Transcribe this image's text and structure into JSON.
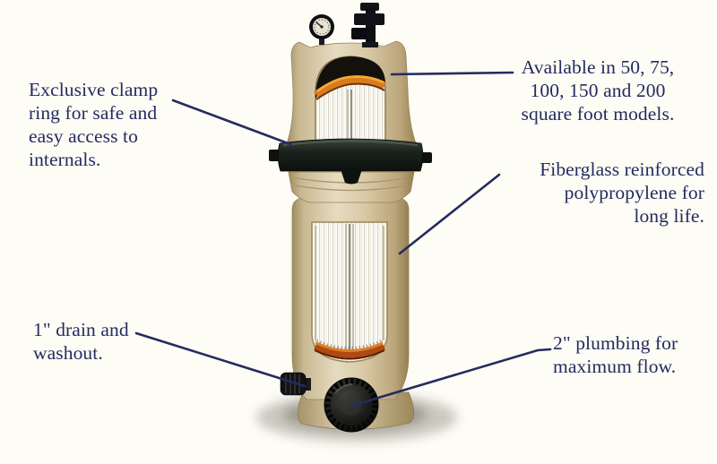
{
  "page": {
    "background": "#fdfcf5",
    "description": "Product callout diagram of a fiberglass reinforced polypropylene cartridge pool filter"
  },
  "palette": {
    "ink_navy": "#242b60",
    "leader_line": "#242b60",
    "body_tan": "#d8c9a6",
    "body_tan_dark": "#a6916a",
    "seal_orange": "#dd7a1e",
    "seal_orange_dark": "#b04a12",
    "clamp_black": "#1b221e",
    "shadow_gray": "#8f8a7c"
  },
  "callouts": [
    {
      "id": "clamp-ring",
      "text": "Exclusive clamp\nring for safe and\neasy access to\ninternals."
    },
    {
      "id": "models",
      "text": "Available in 50, 75,\n100, 150 and 200\nsquare foot models."
    },
    {
      "id": "material",
      "text": "Fiberglass reinforced\npolypropylene for\nlong life."
    },
    {
      "id": "drain",
      "text": "1\" drain and\nwashout."
    },
    {
      "id": "plumbing",
      "text": "2\" plumbing for\nmaximum flow."
    }
  ],
  "illustration": {
    "parts": [
      "pressure-gauge",
      "air-relief-valve",
      "filter-lid",
      "cartridge-top-window",
      "top-seal",
      "clamp-ring",
      "collar",
      "filter-body",
      "cartridge-window",
      "bottom-seal",
      "base-foot",
      "drain-plug",
      "plumbing-port",
      "ground-shadow"
    ]
  }
}
